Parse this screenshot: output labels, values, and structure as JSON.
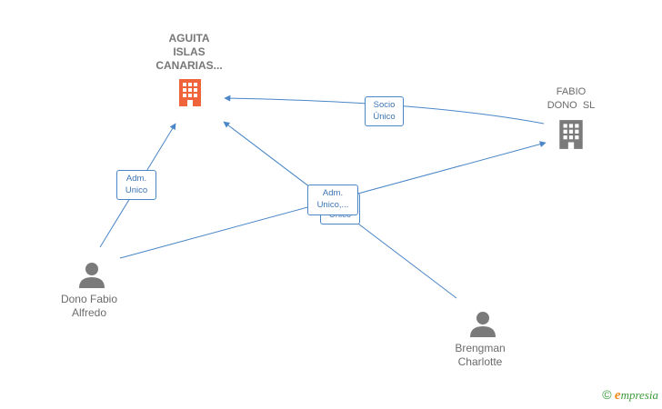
{
  "nodes": {
    "aguita": {
      "label_lines": [
        "AGUITA",
        "ISLAS",
        "CANARIAS..."
      ],
      "type": "company",
      "color": "#f0643c"
    },
    "fabio_dono_sl": {
      "label_lines": [
        "FABIO",
        "DONO  SL"
      ],
      "type": "company",
      "color": "#7a7a7a"
    },
    "dono_fabio": {
      "label_lines": [
        "Dono Fabio",
        "Alfredo"
      ],
      "type": "person",
      "color": "#7a7a7a"
    },
    "brengman": {
      "label_lines": [
        "Brengman",
        "Charlotte"
      ],
      "type": "person",
      "color": "#7a7a7a"
    }
  },
  "edges": {
    "socio_unico": {
      "lines": [
        "Socio",
        "Único"
      ]
    },
    "adm_unico_left": {
      "lines": [
        "Adm.",
        "Unico"
      ]
    },
    "adm_unico_center_back": {
      "lines": [
        "Unico"
      ]
    },
    "adm_unico_center_front": {
      "lines": [
        "Adm.",
        "Unico,..."
      ]
    }
  },
  "colors": {
    "edge": "#4a86c8",
    "edge_text": "#3d74b4"
  },
  "footer": {
    "copyright": "©",
    "brand_first": "e",
    "brand_rest": "mpresia"
  }
}
